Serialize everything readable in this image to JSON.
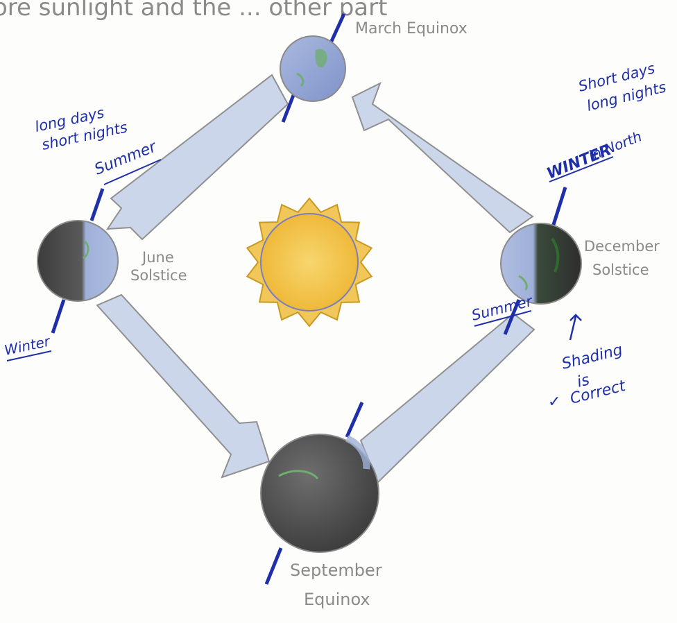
{
  "labels": {
    "top_text": "ore sunlight and the ... other part",
    "march": "March Equinox",
    "june_1": "June",
    "june_2": "Solstice",
    "december_1": "December",
    "december_2": "Solstice",
    "september_1": "September",
    "september_2": "Equinox"
  },
  "annotations": {
    "left_1": "long days",
    "left_2": "short nights",
    "left_summer": "Summer",
    "left_winter": "Winter",
    "right_1": "Short days",
    "right_2": "long nights",
    "right_winter": "WINTER",
    "right_north": "in North",
    "right_summer": "Summer",
    "shading_1": "Shading",
    "shading_2": "is",
    "shading_3": "Correct",
    "checkmark": "✓"
  },
  "colors": {
    "ink": "#1f2fa8",
    "pencil": "#8a8a8a",
    "sun": "#f3c24a",
    "arrow_fill": "#c9d4ea",
    "earth_light": "#9fb0d8",
    "earth_dark": "#4a4a4a"
  }
}
